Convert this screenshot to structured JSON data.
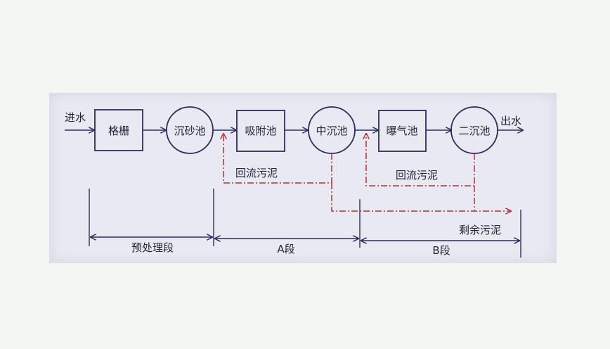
{
  "diagram": {
    "inlet": "进水",
    "outlet": "出水",
    "units": {
      "grille": "格栅",
      "grit_chamber": "沉砂池",
      "adsorption_tank": "吸附池",
      "intermediate_clarifier": "中沉池",
      "aeration_tank": "曝气池",
      "secondary_clarifier": "二沉池"
    },
    "return_sludge_a": "回流污泥",
    "return_sludge_b": "回流污泥",
    "excess_sludge": "剩余污泥",
    "stages": {
      "pretreatment": "预处理段",
      "a_stage": "A段",
      "b_stage": "B段"
    }
  },
  "colors": {
    "line": "#2c2c5a",
    "sludge": "#b0303c",
    "paper": "#e9e9f1"
  }
}
